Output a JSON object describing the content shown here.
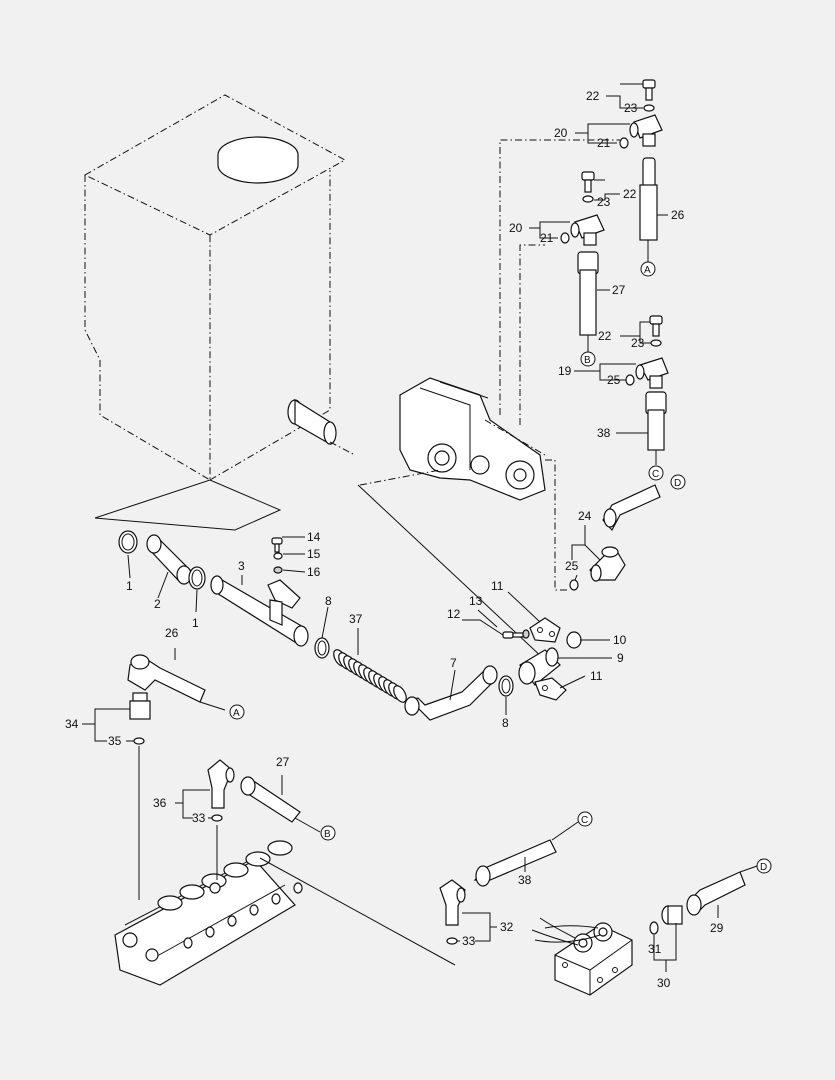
{
  "diagram": {
    "part_numbers": [
      "1",
      "2",
      "3",
      "7",
      "8",
      "9",
      "10",
      "11",
      "12",
      "13",
      "14",
      "15",
      "16",
      "19",
      "20",
      "21",
      "22",
      "23",
      "24",
      "25",
      "26",
      "27",
      "29",
      "30",
      "31",
      "32",
      "33",
      "34",
      "35",
      "36",
      "37",
      "38"
    ],
    "connectors": [
      "A",
      "B",
      "C",
      "D"
    ]
  }
}
